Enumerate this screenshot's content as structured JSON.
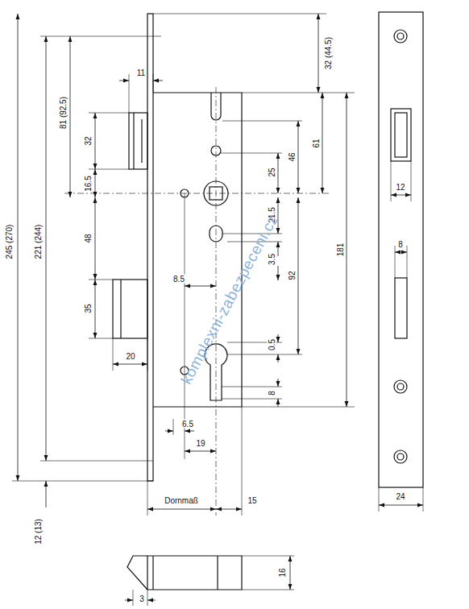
{
  "diagram": {
    "labels": [
      "245 (270)",
      "221 (244)",
      "12 (13)",
      "11",
      "81 (92.5)",
      "32",
      "16.5",
      "48",
      "35",
      "20",
      "32 (44.5)",
      "25",
      "46",
      "61",
      "21.5",
      "3.5",
      "92",
      "181",
      "8.5",
      "0.5",
      "8",
      "6.5",
      "19",
      "Dornmaß",
      "15",
      "16",
      "3",
      "12",
      "8",
      "24",
      "komplexni-zabezpeceni.cz"
    ]
  }
}
